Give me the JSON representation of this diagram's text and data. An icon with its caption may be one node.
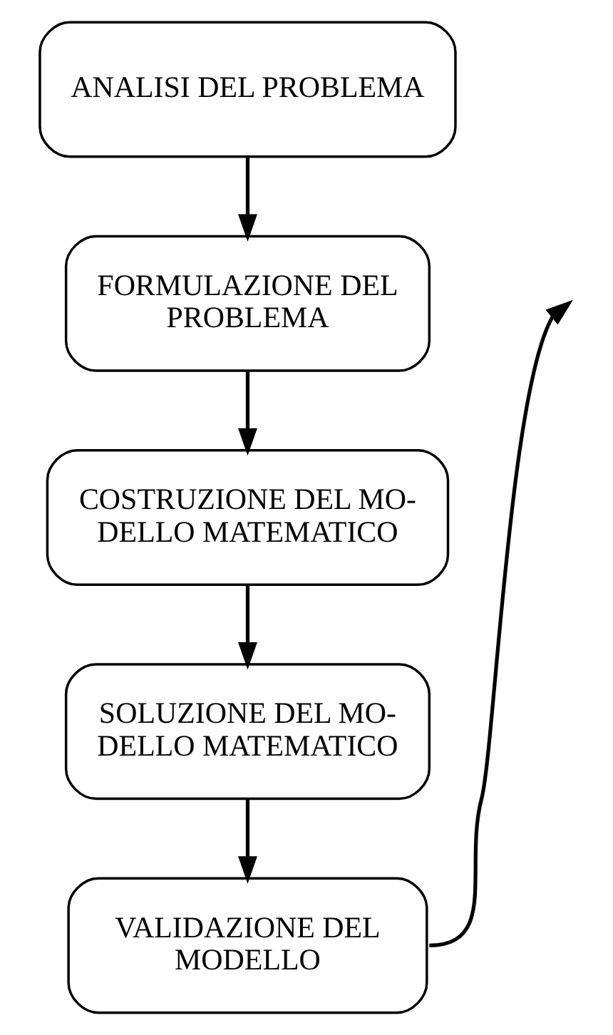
{
  "diagram": {
    "nodes": [
      {
        "text": [
          "ANALISI DEL PROBLEMA"
        ]
      },
      {
        "text": [
          "FORMULAZIONE DEL PROBLEMA"
        ]
      },
      {
        "text": [
          "COSTRUZIONE DEL MO- DELLO MATEMATICO"
        ]
      },
      {
        "text": [
          "SOLUZIONE DEL MO- DELLO MATEMATICO"
        ]
      },
      {
        "text": [
          "VALIDAZIONE DEL MODELLO"
        ]
      }
    ],
    "edges": [
      {
        "from": 0,
        "to": 1,
        "arrow": "to"
      },
      {
        "from": 1,
        "to": 2,
        "arrow": "to"
      },
      {
        "from": 2,
        "to": 3,
        "arrow": "to"
      },
      {
        "from": 3,
        "to": 4,
        "arrow": "to"
      },
      {
        "from": 4,
        "to": null,
        "arrow": "to"
      }
    ]
  }
}
